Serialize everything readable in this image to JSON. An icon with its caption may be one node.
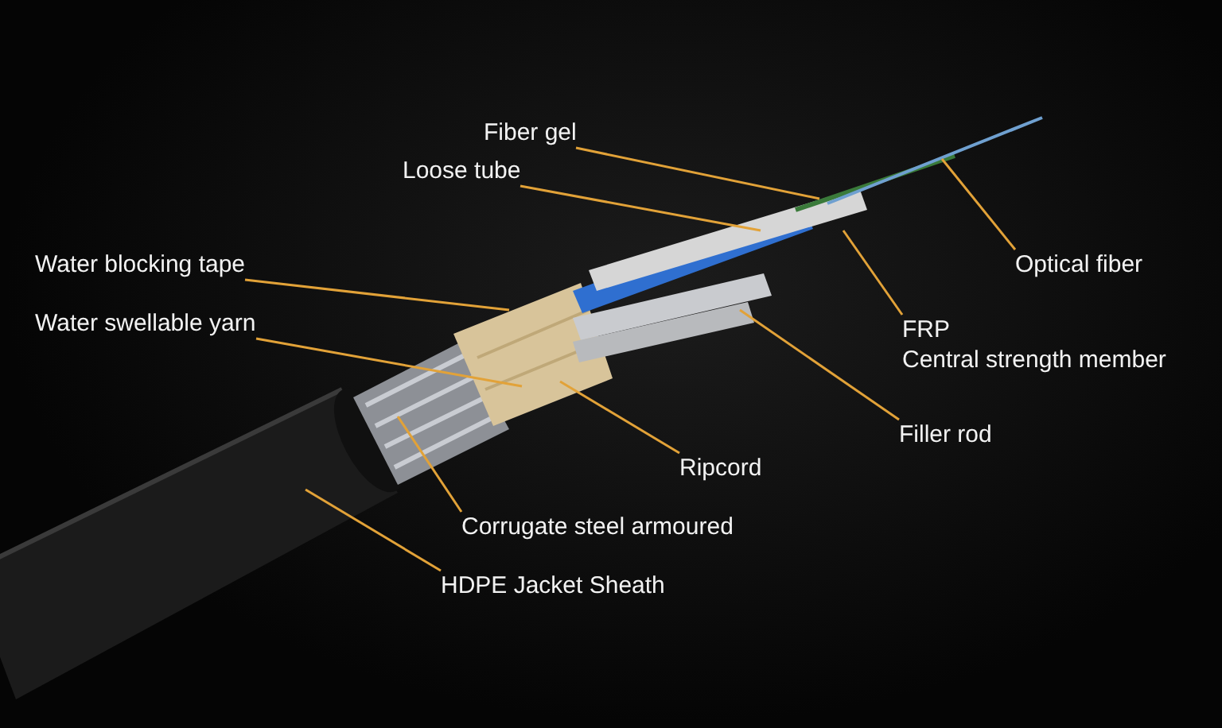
{
  "diagram": {
    "nodes": [
      {
        "text": [
          "Fiber gel"
        ]
      },
      {
        "text": [
          "Loose tube"
        ]
      },
      {
        "text": [
          "Water blocking tape"
        ]
      },
      {
        "text": [
          "Water swellable yarn"
        ]
      },
      {
        "text": [
          "Optical fiber"
        ]
      },
      {
        "text": [
          "FRP",
          "Central strength member"
        ]
      },
      {
        "text": [
          "Filler rod"
        ]
      },
      {
        "text": [
          "Ripcord"
        ]
      },
      {
        "text": [
          "Corrugate steel armoured"
        ]
      },
      {
        "text": [
          "HDPE Jacket Sheath"
        ]
      }
    ],
    "edges": [
      {
        "from": 0,
        "to": null,
        "arrow": "none"
      },
      {
        "from": 1,
        "to": null,
        "arrow": "none"
      },
      {
        "from": 2,
        "to": null,
        "arrow": "none"
      },
      {
        "from": 3,
        "to": null,
        "arrow": "none"
      },
      {
        "from": 4,
        "to": null,
        "arrow": "none"
      },
      {
        "from": 5,
        "to": null,
        "arrow": "none"
      },
      {
        "from": 6,
        "to": null,
        "arrow": "none"
      },
      {
        "from": 7,
        "to": null,
        "arrow": "none"
      },
      {
        "from": 8,
        "to": null,
        "arrow": "none"
      },
      {
        "from": 9,
        "to": null,
        "arrow": "none"
      }
    ]
  }
}
